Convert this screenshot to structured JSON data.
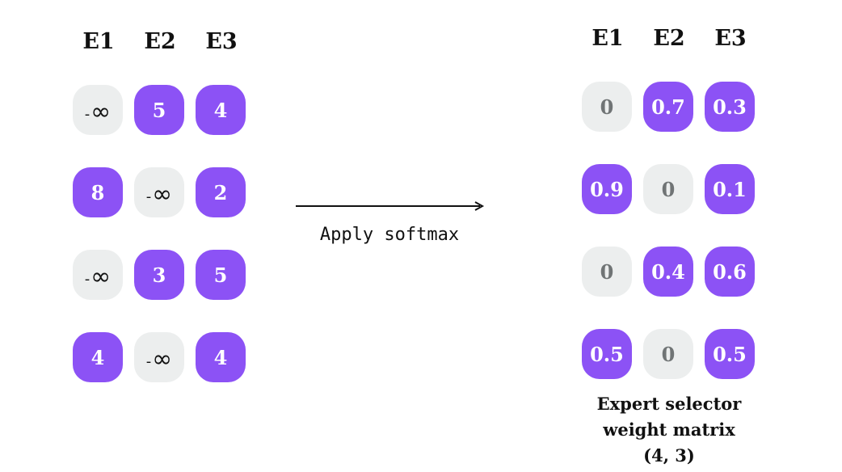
{
  "input_matrix": {
    "headers": [
      "E1",
      "E2",
      "E3"
    ],
    "rows": [
      [
        "-∞",
        "5",
        "4"
      ],
      [
        "8",
        "-∞",
        "2"
      ],
      [
        "-∞",
        "3",
        "5"
      ],
      [
        "4",
        "-∞",
        "4"
      ]
    ]
  },
  "arrow": {
    "label": "Apply softmax"
  },
  "output_matrix": {
    "headers": [
      "E1",
      "E2",
      "E3"
    ],
    "rows": [
      [
        "0",
        "0.7",
        "0.3"
      ],
      [
        "0.9",
        "0",
        "0.1"
      ],
      [
        "0",
        "0.4",
        "0.6"
      ],
      [
        "0.5",
        "0",
        "0.5"
      ]
    ],
    "caption": [
      "Expert selector",
      "weight matrix",
      "(4, 3)"
    ]
  },
  "colors": {
    "active": "#8c52f5",
    "inactive": "#eceeee",
    "text": "#111111"
  }
}
